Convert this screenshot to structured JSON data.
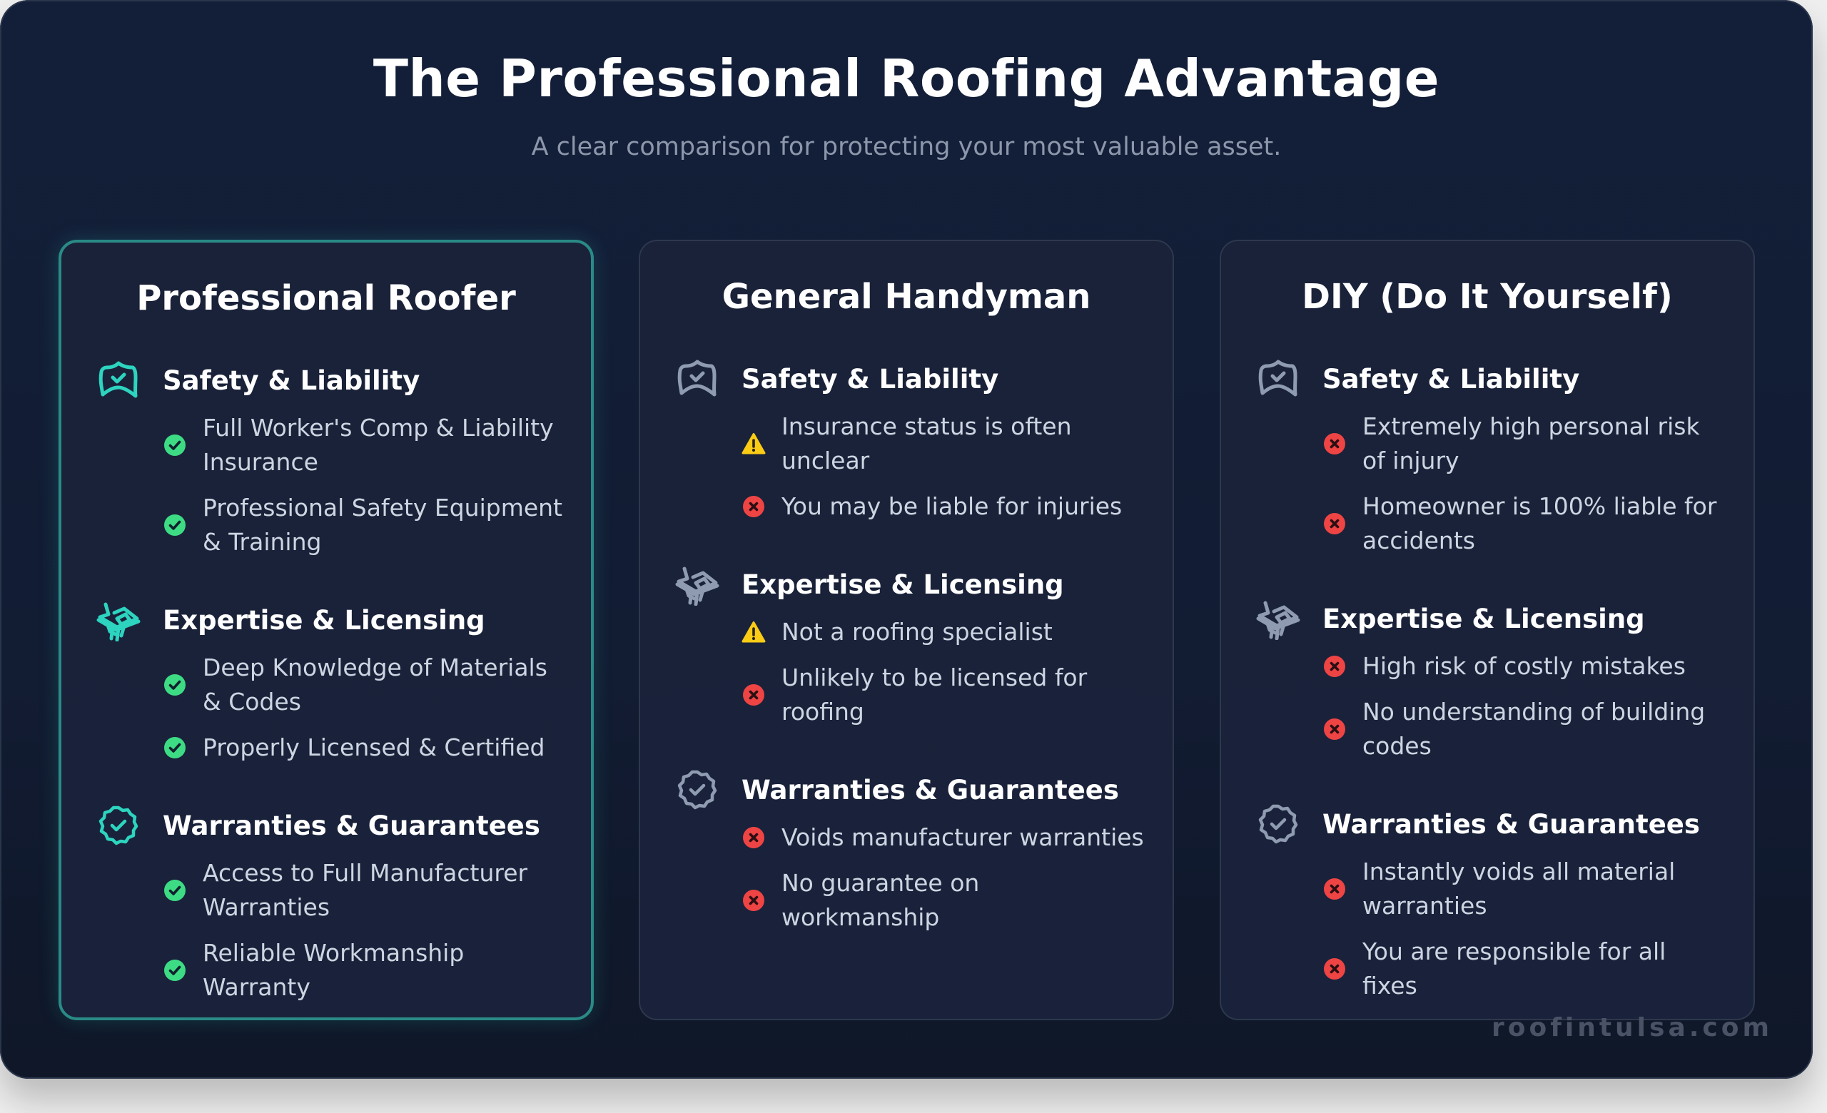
{
  "header": {
    "title": "The Professional Roofing Advantage",
    "subtitle": "A clear comparison for protecting your most valuable asset."
  },
  "colors": {
    "accent": "#2dd4bf",
    "check": "#3ddc84",
    "warning": "#facc15",
    "negative": "#ef4444",
    "muted_icon": "#8f9bb0"
  },
  "columns": [
    {
      "title": "Professional Roofer",
      "featured": true,
      "sections": [
        {
          "title": "Safety & Liability",
          "icon": "shield-check-icon",
          "items": [
            {
              "status": "check",
              "text": "Full Worker's Comp & Liability Insurance"
            },
            {
              "status": "check",
              "text": "Professional Safety Equipment & Training"
            }
          ]
        },
        {
          "title": "Expertise & Licensing",
          "icon": "certificate-icon",
          "items": [
            {
              "status": "check",
              "text": "Deep Knowledge of Materials & Codes"
            },
            {
              "status": "check",
              "text": "Properly Licensed & Certified"
            }
          ]
        },
        {
          "title": "Warranties & Guarantees",
          "icon": "badge-check-icon",
          "items": [
            {
              "status": "check",
              "text": "Access to Full Manufacturer Warranties"
            },
            {
              "status": "check",
              "text": "Reliable Workmanship Warranty"
            }
          ]
        }
      ]
    },
    {
      "title": "General Handyman",
      "featured": false,
      "sections": [
        {
          "title": "Safety & Liability",
          "icon": "shield-check-icon",
          "items": [
            {
              "status": "warning",
              "text": "Insurance status is often unclear"
            },
            {
              "status": "cross",
              "text": "You may be liable for injuries"
            }
          ]
        },
        {
          "title": "Expertise & Licensing",
          "icon": "certificate-icon",
          "items": [
            {
              "status": "warning",
              "text": "Not a roofing specialist"
            },
            {
              "status": "cross",
              "text": "Unlikely to be licensed for roofing"
            }
          ]
        },
        {
          "title": "Warranties & Guarantees",
          "icon": "badge-check-icon",
          "items": [
            {
              "status": "cross",
              "text": "Voids manufacturer warranties"
            },
            {
              "status": "cross",
              "text": "No guarantee on workmanship"
            }
          ]
        }
      ]
    },
    {
      "title": "DIY (Do It Yourself)",
      "featured": false,
      "sections": [
        {
          "title": "Safety & Liability",
          "icon": "shield-check-icon",
          "items": [
            {
              "status": "cross",
              "text": "Extremely high personal risk of injury"
            },
            {
              "status": "cross",
              "text": "Homeowner is 100% liable for accidents"
            }
          ]
        },
        {
          "title": "Expertise & Licensing",
          "icon": "certificate-icon",
          "items": [
            {
              "status": "cross",
              "text": "High risk of costly mistakes"
            },
            {
              "status": "cross",
              "text": "No understanding of building codes"
            }
          ]
        },
        {
          "title": "Warranties & Guarantees",
          "icon": "badge-check-icon",
          "items": [
            {
              "status": "cross",
              "text": "Instantly voids all material warranties"
            },
            {
              "status": "cross",
              "text": "You are responsible for all fixes"
            }
          ]
        }
      ]
    }
  ],
  "watermark": "roofintulsa.com"
}
